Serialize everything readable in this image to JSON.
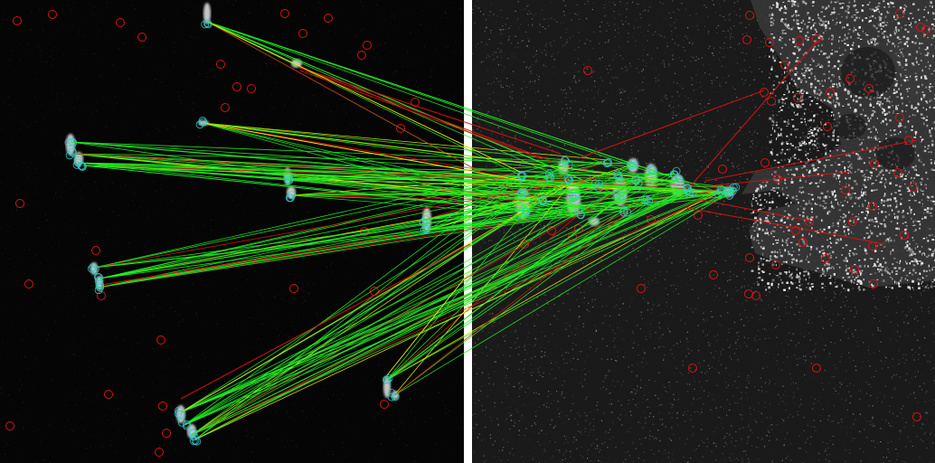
{
  "colors": {
    "background_left": "#050505",
    "background_right": "#1a1a1a",
    "separator": "#ffffff",
    "speckle": "#5a5a5a",
    "ship": "#e8e8e8",
    "coast": "#f2f2f2",
    "match_inlier": "#22ee22",
    "match_outlier": "#dd1111",
    "match_weak": "#f0f000",
    "keypoint_matched": "#33cccc",
    "keypoint_unmatched": "#dd1111"
  },
  "panels": [
    {
      "name": "left-sar-image",
      "kind": "ship-clusters"
    },
    {
      "name": "right-sar-image",
      "kind": "coastline-and-convoy"
    }
  ]
}
